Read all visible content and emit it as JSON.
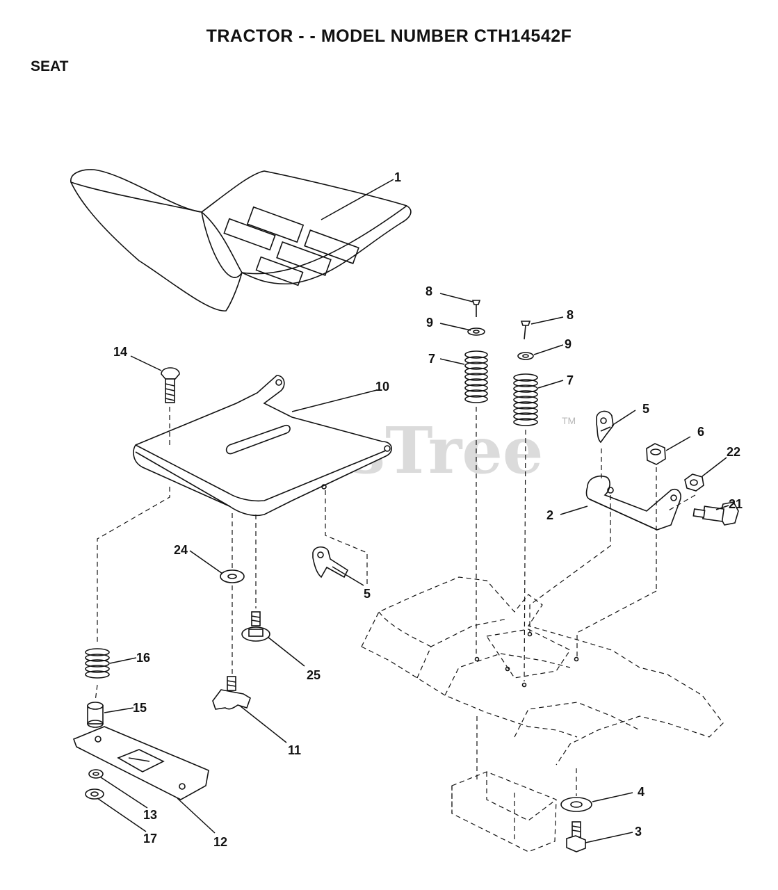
{
  "header": {
    "title": "TRACTOR - - MODEL NUMBER CTH14542F",
    "section": "SEAT"
  },
  "watermark": {
    "text": "PartsTree",
    "tm": "TM"
  },
  "callouts": [
    {
      "id": "c1",
      "label": "1"
    },
    {
      "id": "c2",
      "label": "2"
    },
    {
      "id": "c3",
      "label": "3"
    },
    {
      "id": "c4",
      "label": "4"
    },
    {
      "id": "c5a",
      "label": "5"
    },
    {
      "id": "c5b",
      "label": "5"
    },
    {
      "id": "c6",
      "label": "6"
    },
    {
      "id": "c7a",
      "label": "7"
    },
    {
      "id": "c7b",
      "label": "7"
    },
    {
      "id": "c8a",
      "label": "8"
    },
    {
      "id": "c8b",
      "label": "8"
    },
    {
      "id": "c9a",
      "label": "9"
    },
    {
      "id": "c9b",
      "label": "9"
    },
    {
      "id": "c10",
      "label": "10"
    },
    {
      "id": "c11",
      "label": "11"
    },
    {
      "id": "c12",
      "label": "12"
    },
    {
      "id": "c13",
      "label": "13"
    },
    {
      "id": "c14",
      "label": "14"
    },
    {
      "id": "c15",
      "label": "15"
    },
    {
      "id": "c16",
      "label": "16"
    },
    {
      "id": "c17",
      "label": "17"
    },
    {
      "id": "c21",
      "label": "21"
    },
    {
      "id": "c22",
      "label": "22"
    },
    {
      "id": "c24",
      "label": "24"
    },
    {
      "id": "c25",
      "label": "25"
    }
  ]
}
